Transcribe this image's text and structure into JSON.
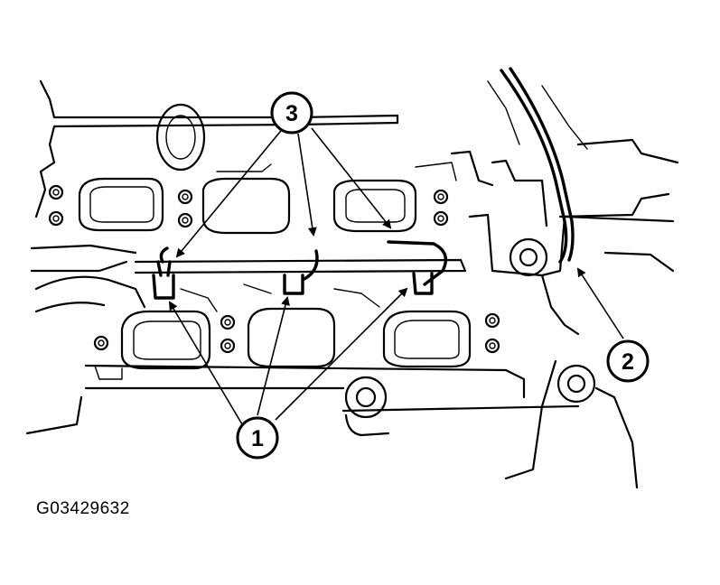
{
  "figure_id": "G03429632",
  "callouts": [
    {
      "number": "1"
    },
    {
      "number": "2"
    },
    {
      "number": "3"
    }
  ],
  "colors": {
    "line": "#000000",
    "background": "#ffffff"
  }
}
